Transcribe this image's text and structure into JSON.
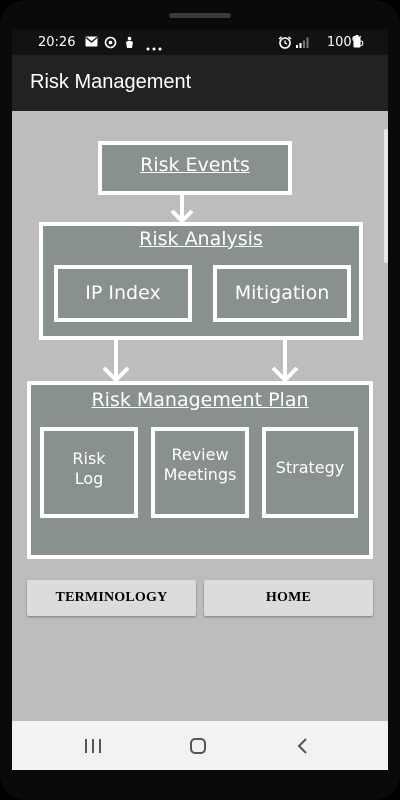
{
  "status_bar": {
    "time": "20:26",
    "left_icons": [
      "mail-icon",
      "sync-icon",
      "accessibility-icon",
      "more-dots-icon"
    ],
    "right_icons": [
      "alarm-icon",
      "signal-icon",
      "battery-icon"
    ],
    "battery_percent": "100%"
  },
  "app_bar": {
    "title": "Risk Management"
  },
  "diagram": {
    "risk_events": "Risk Events",
    "risk_analysis": {
      "title": "Risk Analysis",
      "ip_index": "IP Index",
      "mitigation": "Mitigation"
    },
    "risk_management_plan": {
      "title": "Risk Management Plan",
      "risk_log_line1": "Risk",
      "risk_log_line2": "Log",
      "review_line1": "Review",
      "review_line2": "Meetings",
      "strategy": "Strategy"
    }
  },
  "buttons": {
    "terminology": "TERMINOLOGY",
    "home": "HOME"
  },
  "nav_bar": {
    "icons": [
      "recents-icon",
      "home-icon",
      "back-icon"
    ]
  },
  "colors": {
    "box_fill": "#889090",
    "box_border": "#ffffff",
    "content_bg": "#bdbdbd",
    "app_bar": "#222222",
    "button_bg": "#dcdcdc"
  }
}
